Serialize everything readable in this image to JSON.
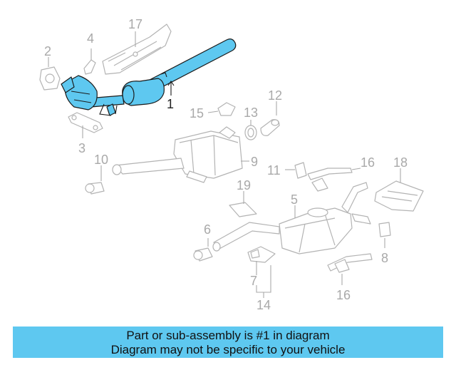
{
  "callouts": {
    "c1": "1",
    "c2": "2",
    "c3": "3",
    "c4": "4",
    "c5": "5",
    "c6": "6",
    "c7": "7",
    "c8": "8",
    "c9": "9",
    "c10": "10",
    "c11": "11",
    "c12": "12",
    "c13": "13",
    "c14": "14",
    "c15": "15",
    "c16a": "16",
    "c16b": "16",
    "c17": "17",
    "c18": "18",
    "c19": "19"
  },
  "highlight_color": "#5ec8f0",
  "banner": {
    "line1": "Part or sub-assembly is #1 in diagram",
    "line2": "Diagram may not be specific to your vehicle"
  }
}
